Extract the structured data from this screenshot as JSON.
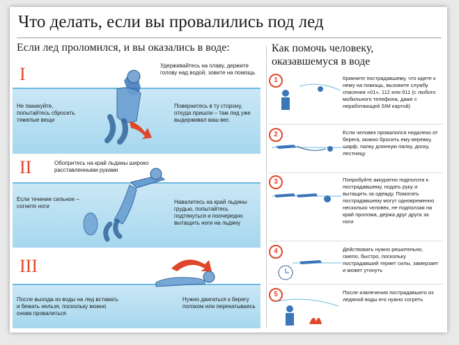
{
  "title": "Что делать, если вы провалились под лед",
  "left_heading": "Если лед проломился, и вы оказались в воде:",
  "right_heading": [
    "Как помочь человеку,",
    "оказавшемуся в воде"
  ],
  "colors": {
    "accent": "#e0462a",
    "water": "#a6d7ee",
    "figure": "#3a76b8"
  },
  "panels": [
    {
      "numeral": "I",
      "notes": [
        "Удерживайтесь на плаву, держите голову над водой, зовите на помощь",
        "Не паникуйте, попытайтесь сбросить тяжелые вещи",
        "Повернитесь в ту сторону, откуда пришли – там лед уже выдерживал ваш вес"
      ]
    },
    {
      "numeral": "II",
      "notes": [
        "Обопритесь на край льдины широко расставленными руками",
        "Если течение сильное – согните ноги",
        "Навалитесь на край льдины грудью, попытайтесь подтянуться и поочередно вытащить ноги на льдину"
      ]
    },
    {
      "numeral": "III",
      "notes": [
        "После выхода из воды на лед вставать и бежать нельзя, поскольку можно снова провалиться",
        "Нужно двигаться к берегу ползком или перекатываясь"
      ]
    }
  ],
  "steps": [
    {
      "num": "1",
      "text": "Крикните пострадавшему, что идете к нему на помощь, вызовите службу спасения «01», 112 или 911 (с любого мобильного телефона, даже с неработающей SIM картой)"
    },
    {
      "num": "2",
      "text": "Если человек провалился недалеко от берега, можно бросить ему веревку, шарф, палку длинную палку, доску, лестницу"
    },
    {
      "num": "3",
      "text": "Попробуйте аккуратно подползти к пострадавшему, подать руку и вытащить за одежду. Помогать пострадавшему могут одновременно несколько человек, не подползая на край пролома, держа друг друга за ноги"
    },
    {
      "num": "4",
      "text": "Действовать нужно решительно, смело, быстро, поскольку пострадавший теряет силы, замерзает и может утонуть"
    },
    {
      "num": "5",
      "text": "После извлечения пострадавшего из ледяной воды его нужно согреть"
    }
  ]
}
